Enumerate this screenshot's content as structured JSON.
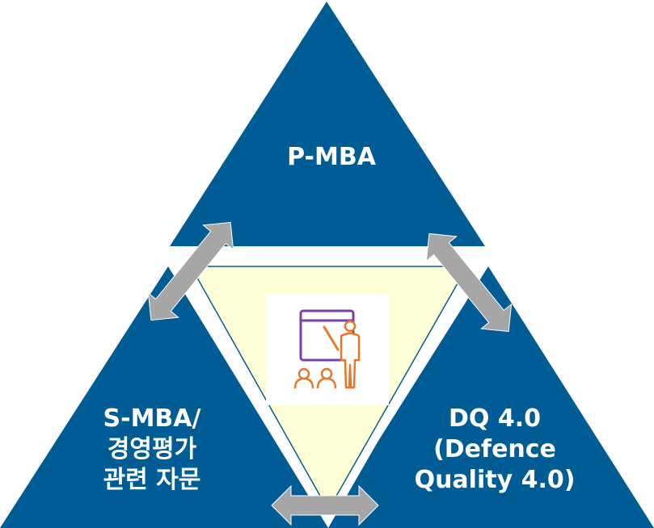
{
  "diagram": {
    "top": {
      "label": "P-MBA"
    },
    "left": {
      "lines": [
        "S-MBA/",
        "경영평가",
        "관련 자문"
      ]
    },
    "right": {
      "lines": [
        "DQ 4.0",
        "(Defence",
        "Quality 4.0)"
      ]
    },
    "center_icon": "presenter-teaching-board-icon",
    "colors": {
      "triangle_fill": "#005c94",
      "center_fill": "#ffffd7",
      "arrow_fill": "#a6a6a6",
      "icon_board": "#7a3fa8",
      "icon_people": "#e8762c"
    }
  }
}
